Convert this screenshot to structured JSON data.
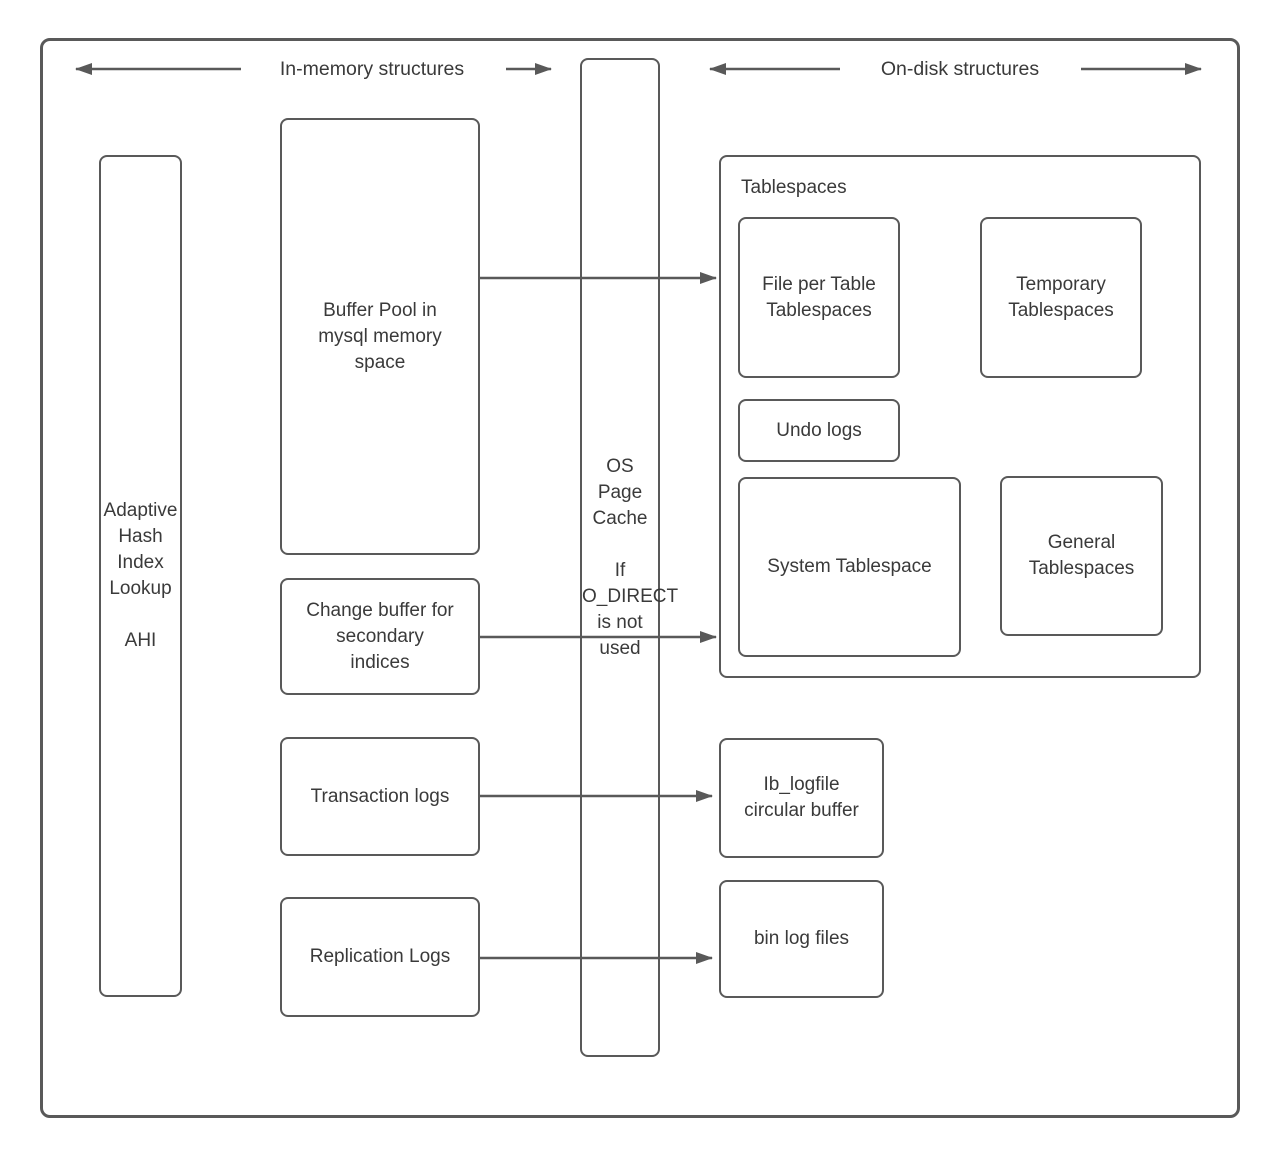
{
  "headers": {
    "in_memory": "In-memory structures",
    "on_disk": "On-disk structures"
  },
  "boxes": {
    "ahi": {
      "label": "Adaptive\nHash\nIndex\nLookup\n\nAHI"
    },
    "buffer_pool": {
      "label": "Buffer Pool in\nmysql memory\nspace"
    },
    "change_buffer": {
      "label": "Change buffer for\nsecondary\nindices"
    },
    "transaction_logs": {
      "label": "Transaction logs"
    },
    "replication_logs": {
      "label": "Replication Logs"
    },
    "os_page_cache": {
      "label": "OS\nPage\nCache\n\nIf\nO_DIRECT\nis not\nused"
    },
    "tablespaces_group": {
      "label": "Tablespaces"
    },
    "file_per_table": {
      "label": "File per Table\nTablespaces"
    },
    "temporary": {
      "label": "Temporary\nTablespaces"
    },
    "undo_logs": {
      "label": "Undo logs"
    },
    "system_tablespace": {
      "label": "System Tablespace"
    },
    "general_tablespaces": {
      "label": "General\nTablespaces"
    },
    "ib_logfile": {
      "label": "Ib_logfile\ncircular buffer"
    },
    "bin_log": {
      "label": "bin log files"
    }
  },
  "colors": {
    "stroke": "#595959",
    "text": "#3a3a3a",
    "background": "#ffffff"
  }
}
